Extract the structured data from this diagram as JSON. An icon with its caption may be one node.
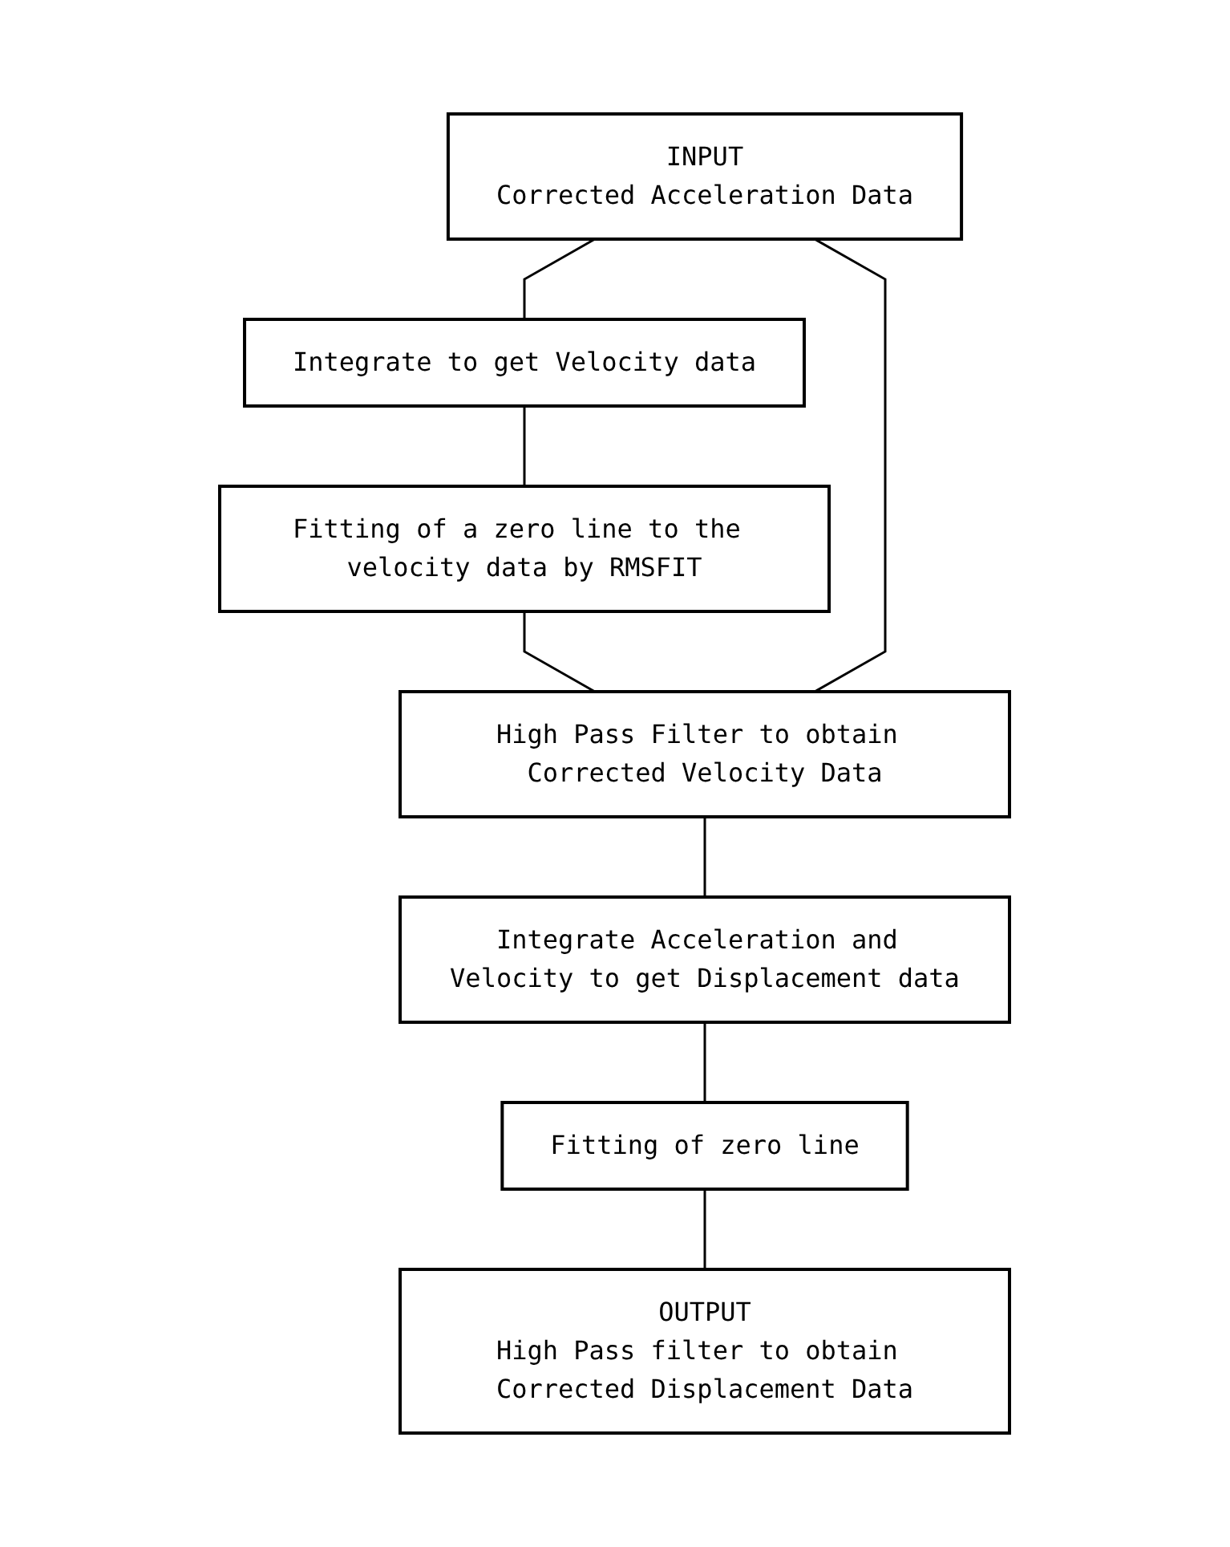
{
  "diagram": {
    "nodes": [
      {
        "text": [
          "INPUT",
          "Corrected Acceleration Data"
        ]
      },
      {
        "text": [
          "Integrate to get Velocity data"
        ]
      },
      {
        "text": [
          "Fitting of a zero line to the velocity data by RMSFIT"
        ]
      },
      {
        "text": [
          "High Pass Filter to obtain Corrected Velocity Data"
        ]
      },
      {
        "text": [
          "Integrate Acceleration and Velocity to get Displacement data"
        ]
      },
      {
        "text": [
          "Fitting of zero line"
        ]
      },
      {
        "text": [
          "OUTPUT",
          "High Pass filter to obtain Corrected Displacement Data"
        ]
      }
    ],
    "edges": [
      {
        "from": 0,
        "to": 1,
        "arrow": "none"
      },
      {
        "from": 1,
        "to": 2,
        "arrow": "none"
      },
      {
        "from": 2,
        "to": 3,
        "arrow": "none"
      },
      {
        "from": 0,
        "to": 3,
        "arrow": "none"
      },
      {
        "from": 3,
        "to": 4,
        "arrow": "none"
      },
      {
        "from": 4,
        "to": 5,
        "arrow": "none"
      },
      {
        "from": 5,
        "to": 6,
        "arrow": "none"
      }
    ]
  }
}
